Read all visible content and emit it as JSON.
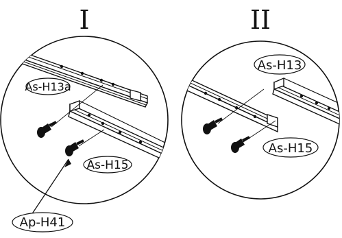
{
  "panels": [
    {
      "numeral": "I",
      "callouts": [
        {
          "id": "c1a",
          "text": "As-H13a"
        },
        {
          "id": "c1b",
          "text": "As-H15"
        },
        {
          "id": "c1c",
          "text": "Ap-H41"
        }
      ]
    },
    {
      "numeral": "II",
      "callouts": [
        {
          "id": "c2a",
          "text": "As-H13"
        },
        {
          "id": "c2b",
          "text": "As-H15"
        }
      ]
    }
  ],
  "colors": {
    "line": "#111111",
    "fill": "#ffffff",
    "screw": "#111111"
  },
  "icons": [
    "screw-icon"
  ]
}
